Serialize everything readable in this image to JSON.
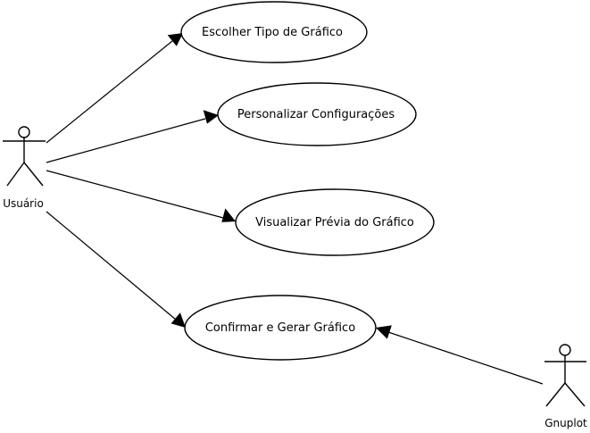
{
  "actors": {
    "user": {
      "label": "Usuário"
    },
    "gnuplot": {
      "label": "Gnuplot"
    }
  },
  "use_cases": [
    {
      "label": "Escolher Tipo de Gráfico"
    },
    {
      "label": "Personalizar Configurações"
    },
    {
      "label": "Visualizar Prévia do Gráfico"
    },
    {
      "label": "Confirmar e Gerar Gráfico"
    }
  ]
}
